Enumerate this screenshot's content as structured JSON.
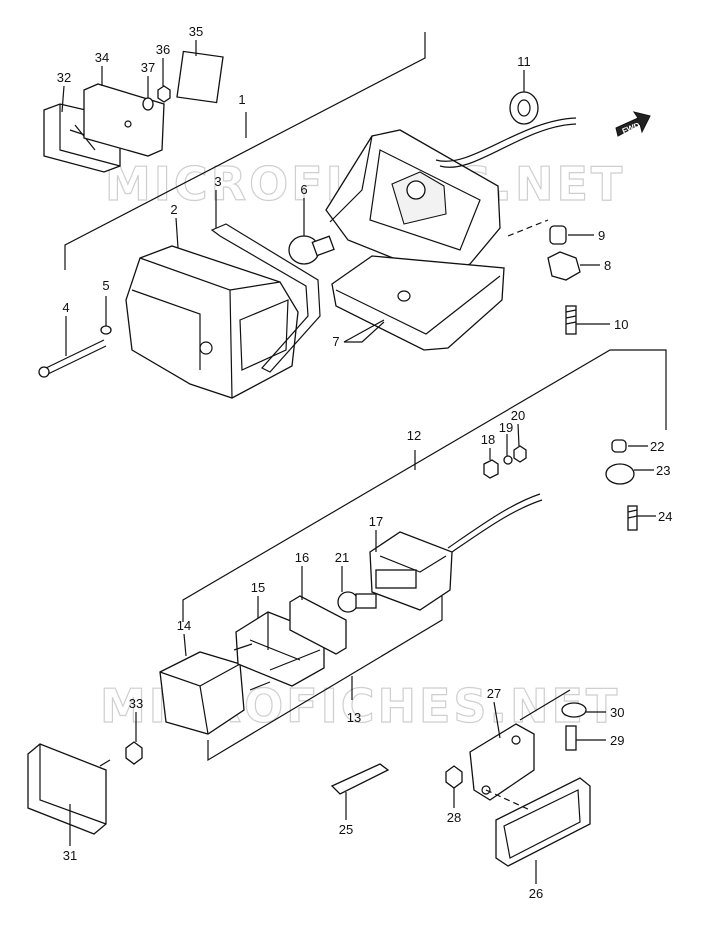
{
  "watermark": "MICROFICHES.NET",
  "direction_badge": "FWD",
  "part_numbers": [
    "1",
    "2",
    "3",
    "4",
    "5",
    "6",
    "7",
    "8",
    "9",
    "10",
    "11",
    "12",
    "13",
    "14",
    "15",
    "16",
    "17",
    "18",
    "19",
    "20",
    "21",
    "22",
    "23",
    "24",
    "25",
    "26",
    "27",
    "28",
    "29",
    "30",
    "31",
    "32",
    "33",
    "34",
    "35",
    "36",
    "37"
  ]
}
